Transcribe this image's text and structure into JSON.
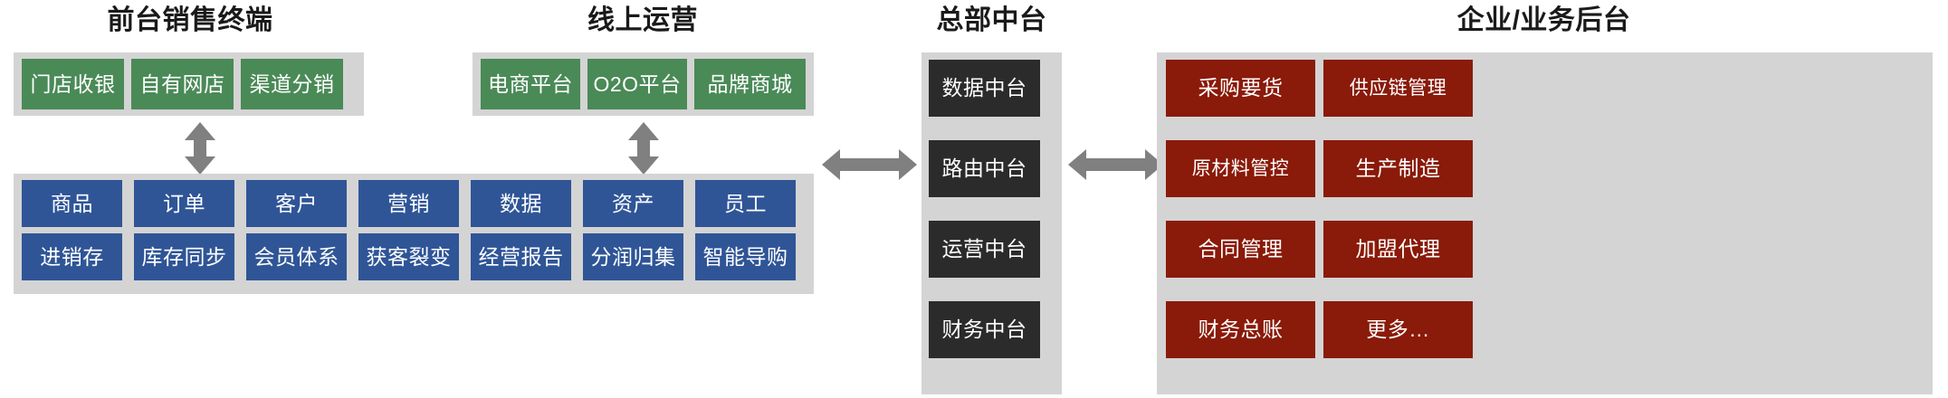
{
  "sections": {
    "front_sales": {
      "title": "前台销售终端",
      "items": [
        "门店收银",
        "自有网店",
        "渠道分销"
      ]
    },
    "online_ops": {
      "title": "线上运营",
      "items": [
        "电商平台",
        "O2O平台",
        "品牌商城"
      ]
    },
    "hq_middle": {
      "title": "总部中台",
      "items": [
        "数据中台",
        "路由中台",
        "运营中台",
        "财务中台"
      ]
    },
    "enterprise_backend": {
      "title": "企业/业务后台",
      "items": [
        "采购要货",
        "供应链管理",
        "原材料管控",
        "生产制造",
        "合同管理",
        "加盟代理",
        "财务总账",
        "更多…"
      ]
    }
  },
  "capability_grid": {
    "row1": [
      "商品",
      "订单",
      "客户",
      "营销",
      "数据",
      "资产",
      "员工"
    ],
    "row2": [
      "进销存",
      "库存同步",
      "会员体系",
      "获客裂变",
      "经营报告",
      "分润归集",
      "智能导购"
    ]
  },
  "colors": {
    "green": "#4a8a57",
    "blue": "#2f5597",
    "dark": "#2b2b2b",
    "red": "#8a1a09",
    "panel": "#d4d4d4",
    "arrow": "#808080",
    "title": "#1a1a1a"
  }
}
